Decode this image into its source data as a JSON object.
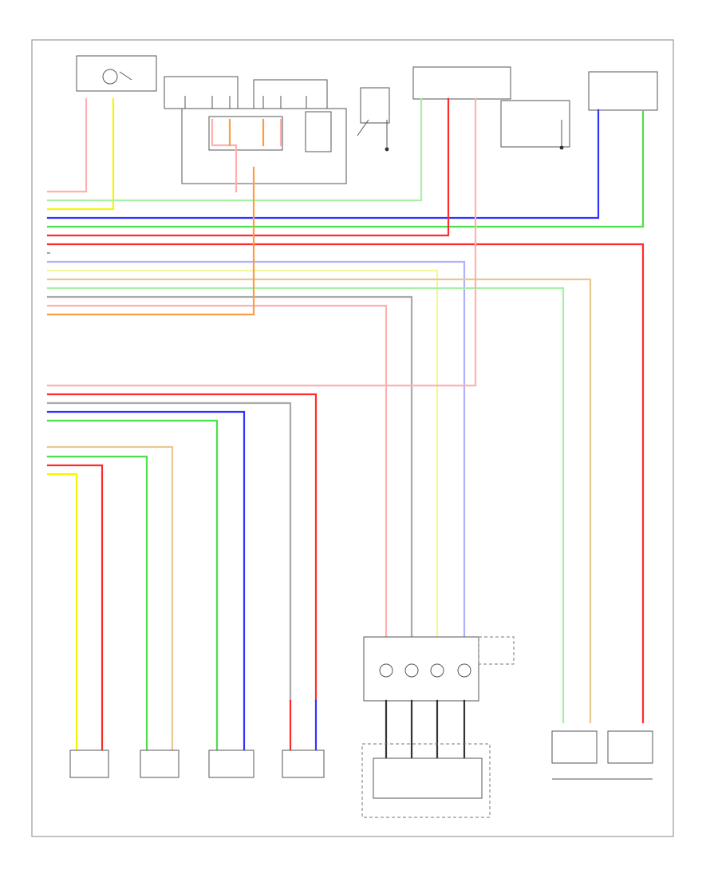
{
  "diagram": {
    "footer_code": "",
    "colors": {
      "red": "#ff2a2a",
      "pink": "#ffb0b0",
      "yellow": "#f5f500",
      "yellow_light": "#f7f79a",
      "green": "#4ce04c",
      "green_light": "#a8f0a8",
      "blue": "#3333ff",
      "blue_light": "#b0b0ff",
      "orange": "#ff9a40",
      "tan": "#e8c890",
      "gray": "#aaaaaa",
      "black": "#333333"
    },
    "components": [
      {
        "id": "clockspring-top",
        "label": ""
      },
      {
        "id": "front-impact-left",
        "label": ""
      },
      {
        "id": "front-impact-right",
        "label": ""
      },
      {
        "id": "occupant-sensor",
        "label": ""
      },
      {
        "id": "occupant-classification",
        "label": ""
      },
      {
        "id": "left-curtain",
        "label": ""
      },
      {
        "id": "side-sensor-right",
        "label": ""
      },
      {
        "id": "driver-buckle",
        "label": ""
      },
      {
        "id": "passenger-buckle",
        "label": ""
      },
      {
        "id": "left-rear-sensor",
        "label": ""
      },
      {
        "id": "right-rear-sensor",
        "label": ""
      },
      {
        "id": "clockspring-bottom",
        "label": ""
      },
      {
        "id": "airbag-module",
        "label": ""
      },
      {
        "id": "passenger-airbag",
        "label": ""
      }
    ]
  }
}
